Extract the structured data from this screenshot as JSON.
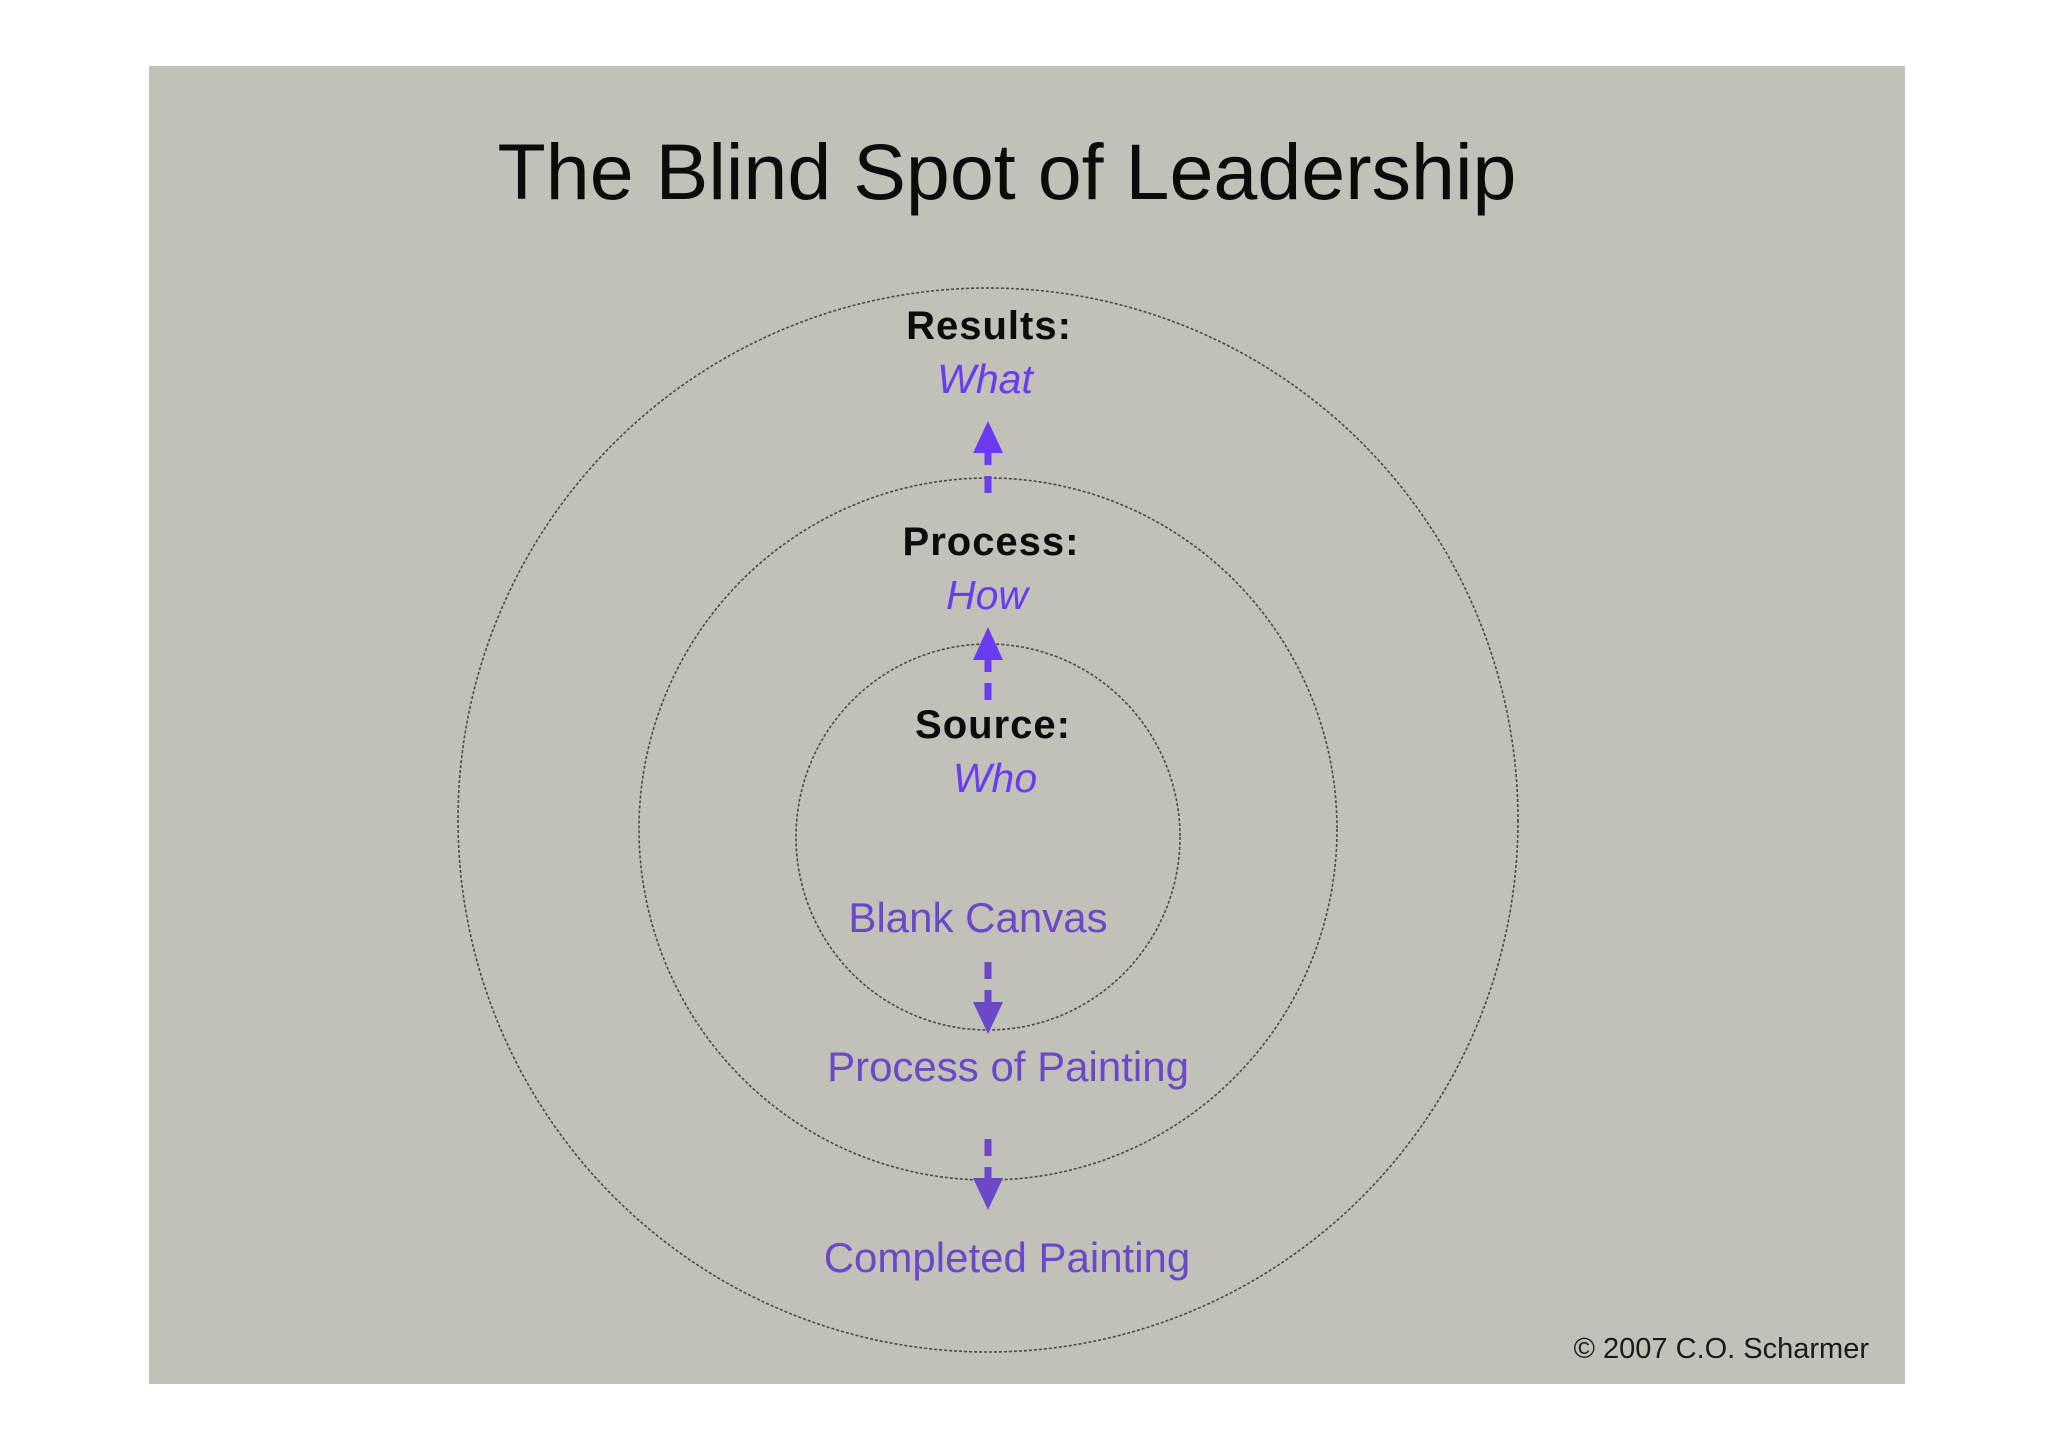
{
  "title": "The Blind Spot of Leadership",
  "rings": [
    {
      "heading": "Results:",
      "question": "What"
    },
    {
      "heading": "Process:",
      "question": "How"
    },
    {
      "heading": "Source:",
      "question": "Who"
    }
  ],
  "painting_stages": [
    "Blank Canvas",
    "Process of Painting",
    "Completed Painting"
  ],
  "copyright": "© 2007 C.O. Scharmer",
  "colors": {
    "background": "#c2c1b9",
    "upward_arrow": "#6a3bf0",
    "downward_arrow": "#6a48c8",
    "ring_stroke": "#4a4a4a"
  }
}
